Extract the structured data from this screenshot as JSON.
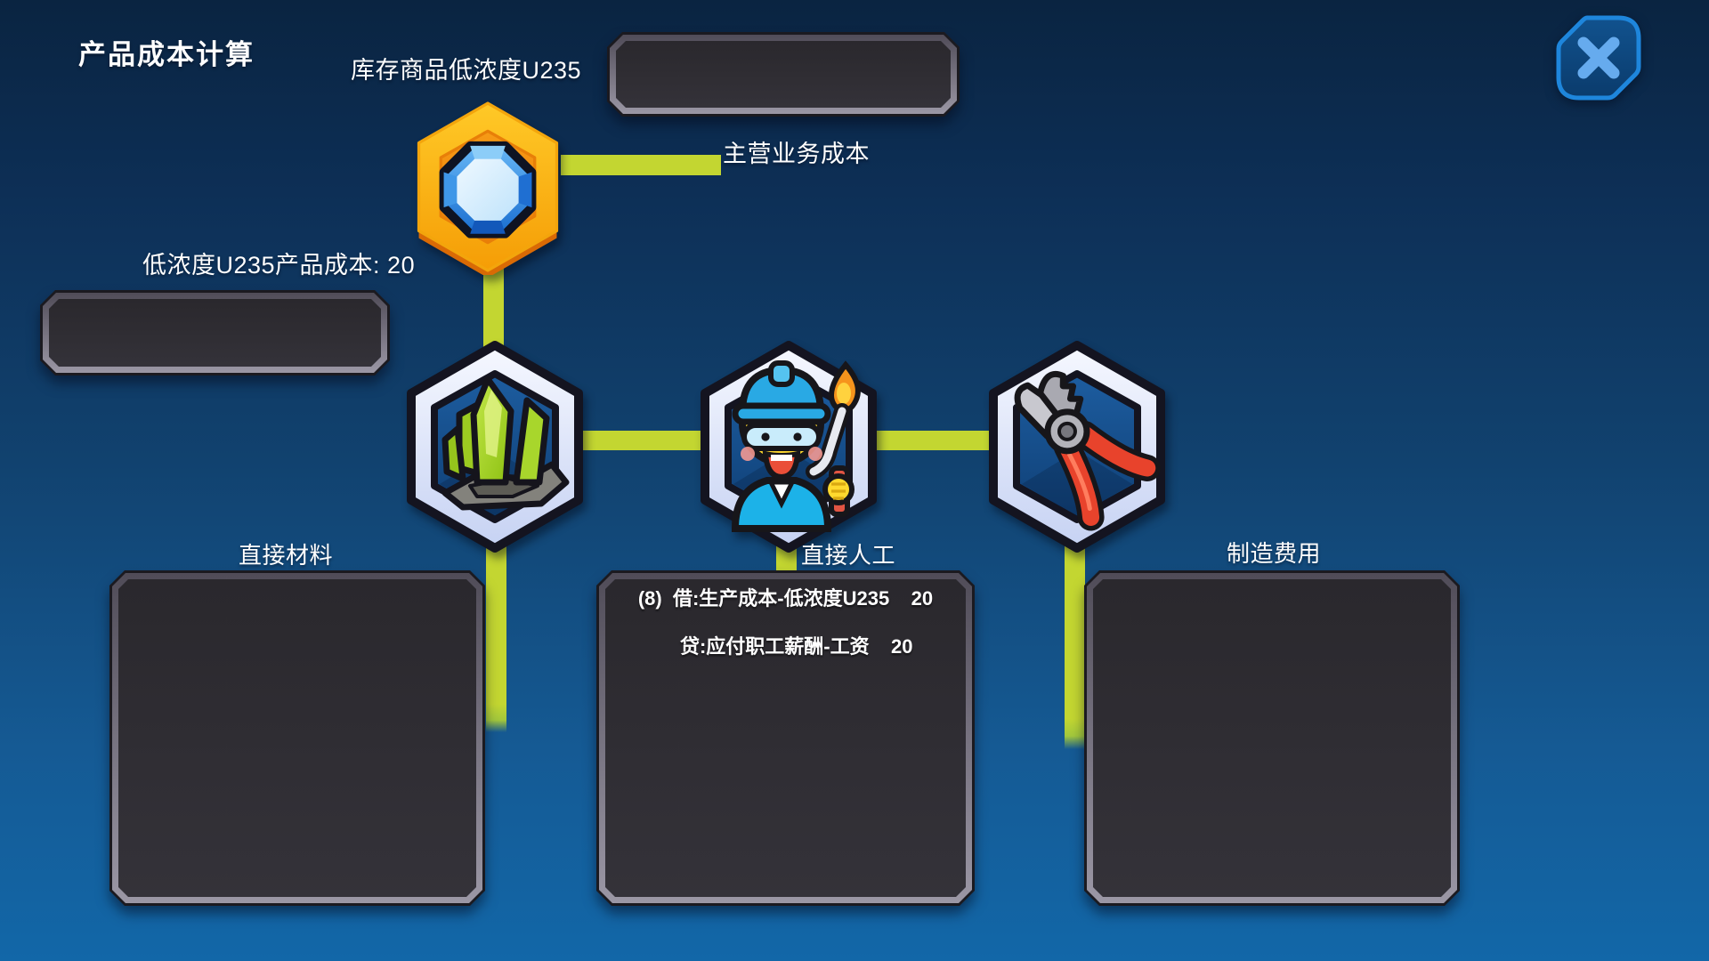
{
  "screen": {
    "title": "产品成本计算"
  },
  "close_button": {
    "icon": "close-icon"
  },
  "colors": {
    "background_top": "#0a2441",
    "background_bottom": "#1267a8",
    "connector": "#c3d631",
    "panel_fill": "#2d2b31",
    "panel_frame_light": "#9b97a5",
    "accent_blue": "#1e86dc",
    "hex_ring_gold": "#f9a80d",
    "hex_ring_light": "#e9edfc",
    "hex_inner_blue": "#15508c"
  },
  "nodes": {
    "finished_goods": {
      "label": "库存商品低浓度U235",
      "icon": "gem-icon",
      "cost_text": "低浓度U235产品成本: 20",
      "branch_label": "主营业务成本"
    },
    "direct_materials": {
      "label": "直接材料",
      "icon": "crystal-icon"
    },
    "direct_labor": {
      "label": "直接人工",
      "icon": "welder-icon",
      "journal_entry": {
        "line1": "(8)  借:生产成本-低浓度U235    20",
        "line2": "贷:应付职工薪酬-工资    20"
      }
    },
    "manufacturing_overhead": {
      "label": "制造费用",
      "icon": "pliers-icon"
    }
  }
}
